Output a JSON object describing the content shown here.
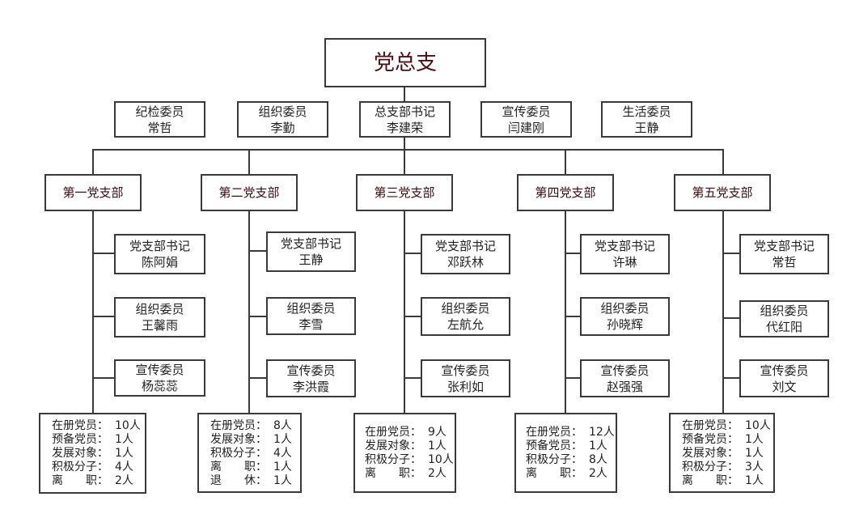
{
  "root": {
    "title": "党总支"
  },
  "committee": [
    {
      "title": "纪检委员",
      "name": "常哲"
    },
    {
      "title": "组织委员",
      "name": "李勤"
    },
    {
      "title": "总支部书记",
      "name": "李建荣"
    },
    {
      "title": "宣传委员",
      "name": "闫建刚"
    },
    {
      "title": "生活委员",
      "name": "王静"
    }
  ],
  "branches": [
    {
      "name": "第一党支部",
      "members": [
        {
          "title": "党支部书记",
          "name": "陈阿娟"
        },
        {
          "title": "组织委员",
          "name": "王馨雨"
        },
        {
          "title": "宣传委员",
          "name": "杨蕊蕊"
        }
      ],
      "stats": [
        {
          "label": "在册党员：",
          "value": "10人"
        },
        {
          "label": "预备党员：",
          "value": "1人"
        },
        {
          "label": "发展对象：",
          "value": "1人"
        },
        {
          "label": "积极分子：",
          "value": "4人"
        },
        {
          "label": "离　　职：",
          "value": "2人"
        }
      ]
    },
    {
      "name": "第二党支部",
      "members": [
        {
          "title": "党支部书记",
          "name": "王静"
        },
        {
          "title": "组织委员",
          "name": "李雪"
        },
        {
          "title": "宣传委员",
          "name": "李洪霞"
        }
      ],
      "stats": [
        {
          "label": "在册党员：",
          "value": "8人"
        },
        {
          "label": "发展对象：",
          "value": "1人"
        },
        {
          "label": "积极分子：",
          "value": "4人"
        },
        {
          "label": "离　　职：",
          "value": "1人"
        },
        {
          "label": "退　　休：",
          "value": "1人"
        }
      ]
    },
    {
      "name": "第三党支部",
      "members": [
        {
          "title": "党支部书记",
          "name": "邓跃林"
        },
        {
          "title": "组织委员",
          "name": "左航允"
        },
        {
          "title": "宣传委员",
          "name": "张利如"
        }
      ],
      "stats": [
        {
          "label": "在册党员：",
          "value": "9人"
        },
        {
          "label": "发展对象：",
          "value": "1人"
        },
        {
          "label": "积极分子：",
          "value": "10人"
        },
        {
          "label": "离　　职：",
          "value": "2人"
        }
      ]
    },
    {
      "name": "第四党支部",
      "members": [
        {
          "title": "党支部书记",
          "name": "许琳"
        },
        {
          "title": "组织委员",
          "name": "孙晓辉"
        },
        {
          "title": "宣传委员",
          "name": "赵强强"
        }
      ],
      "stats": [
        {
          "label": "在册党员：",
          "value": "12人"
        },
        {
          "label": "预备党员：",
          "value": "1人"
        },
        {
          "label": "积极分子：",
          "value": "8人"
        },
        {
          "label": "离　　职：",
          "value": "2人"
        }
      ]
    },
    {
      "name": "第五党支部",
      "members": [
        {
          "title": "党支部书记",
          "name": "常哲"
        },
        {
          "title": "组织委员",
          "name": "代红阳"
        },
        {
          "title": "宣传委员",
          "name": "刘文"
        }
      ],
      "stats": [
        {
          "label": "在册党员：",
          "value": "10人"
        },
        {
          "label": "预备党员：",
          "value": "1人"
        },
        {
          "label": "发展对象：",
          "value": "1人"
        },
        {
          "label": "积极分子：",
          "value": "3人"
        },
        {
          "label": "离　　职：",
          "value": "1人"
        }
      ]
    }
  ]
}
